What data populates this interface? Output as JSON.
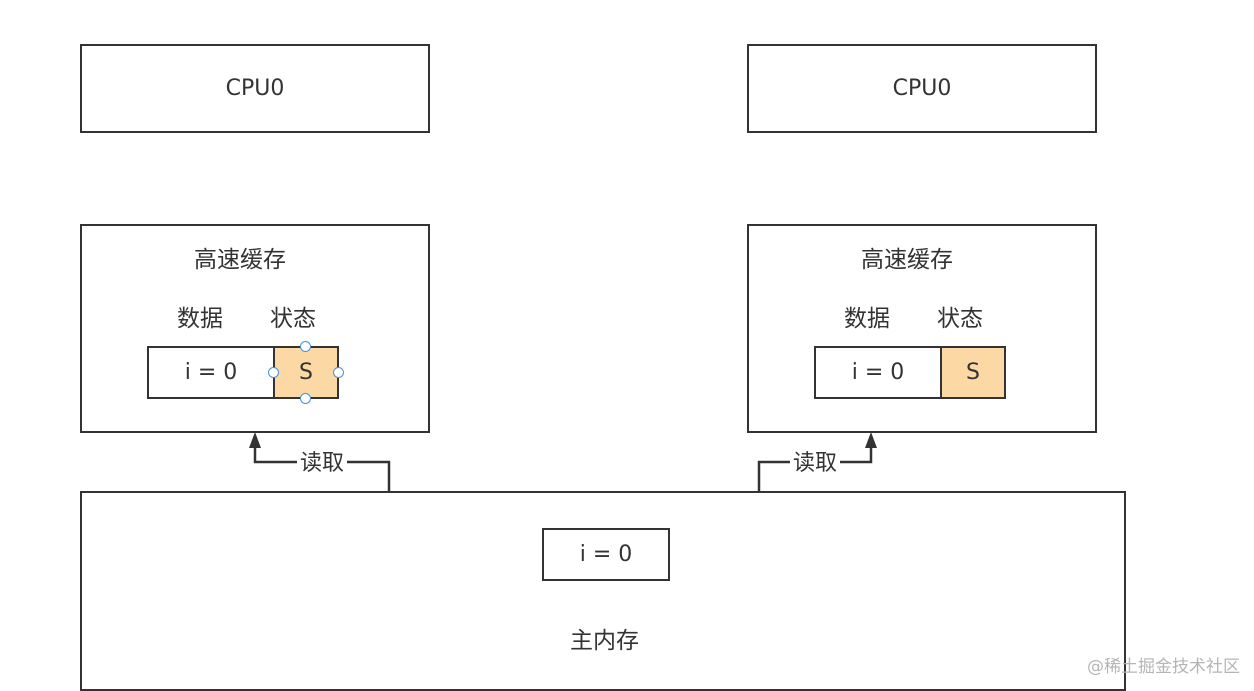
{
  "cpus": [
    {
      "label": "CPU0"
    },
    {
      "label": "CPU0"
    }
  ],
  "caches": [
    {
      "title": "高速缓存",
      "data_header": "数据",
      "state_header": "状态",
      "data_value": "i = 0",
      "state_value": "S",
      "selected": true
    },
    {
      "title": "高速缓存",
      "data_header": "数据",
      "state_header": "状态",
      "data_value": "i = 0",
      "state_value": "S",
      "selected": false
    }
  ],
  "connectors": [
    {
      "label": "读取"
    },
    {
      "label": "读取"
    }
  ],
  "main_memory": {
    "value": "i = 0",
    "label": "主内存"
  },
  "watermark": "@稀土掘金技术社区",
  "colors": {
    "state_fill": "#fcd9a4",
    "border": "#333333",
    "selection_handle": "#4a90d9"
  }
}
